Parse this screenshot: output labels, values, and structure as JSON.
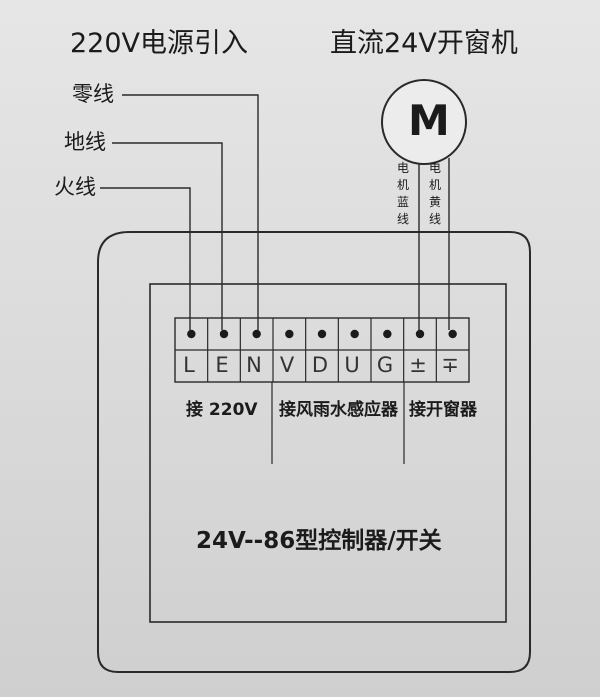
{
  "header": {
    "left": "220V电源引入",
    "right": "直流24V开窗机"
  },
  "wires": {
    "neutral": "零线",
    "ground": "地线",
    "live": "火线"
  },
  "motor": {
    "symbol": "M",
    "blue_wire": "电机蓝线",
    "yellow_wire": "电机黄线"
  },
  "terminals": [
    "L",
    "E",
    "N",
    "V",
    "D",
    "U",
    "G",
    "±",
    "∓"
  ],
  "sections": {
    "power": "接 220V",
    "sensor": "接风雨水感应器",
    "opener": "接开窗器"
  },
  "device_title": "24V--86型控制器/开关"
}
